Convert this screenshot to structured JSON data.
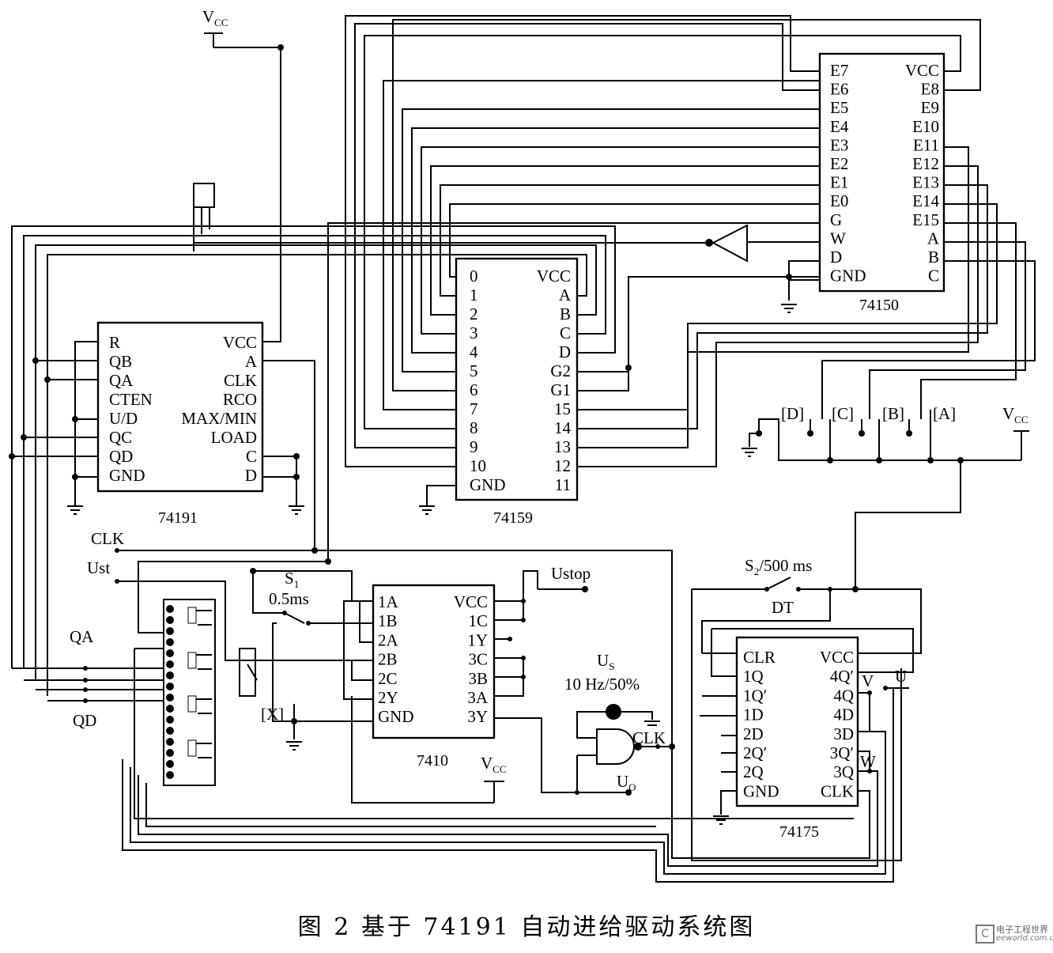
{
  "chips": {
    "c74150": {
      "name": "74150",
      "left_pins": [
        "E7",
        "E6",
        "E5",
        "E4",
        "E3",
        "E2",
        "E1",
        "E0",
        "G",
        "W",
        "D",
        "GND"
      ],
      "right_pins": [
        "VCC",
        "E8",
        "E9",
        "E10",
        "E11",
        "E12",
        "E13",
        "E14",
        "E15",
        "A",
        "B",
        "C"
      ]
    },
    "c74159": {
      "name": "74159",
      "left_pins": [
        "0",
        "1",
        "2",
        "3",
        "4",
        "5",
        "6",
        "7",
        "8",
        "9",
        "10",
        "GND"
      ],
      "right_pins": [
        "VCC",
        "A",
        "B",
        "C",
        "D",
        "G2",
        "G1",
        "15",
        "14",
        "13",
        "12",
        "11"
      ]
    },
    "c74191": {
      "name": "74191",
      "left_pins": [
        "R",
        "QB",
        "QA",
        "CTEN",
        "U/D",
        "QC",
        "QD",
        "GND"
      ],
      "right_pins": [
        "VCC",
        "A",
        "CLK",
        "RCO",
        "MAX/MIN",
        "LOAD",
        "C",
        "D"
      ]
    },
    "c7410": {
      "name": "7410",
      "left_pins": [
        "1A",
        "1B",
        "2A",
        "2B",
        "2C",
        "2Y",
        "GND"
      ],
      "right_pins": [
        "VCC",
        "1C",
        "1Y",
        "3C",
        "3B",
        "3A",
        "3Y"
      ]
    },
    "c74175": {
      "name": "74175",
      "left_pins": [
        "CLR",
        "1Q",
        "1Q′",
        "1D",
        "2D",
        "2Q′",
        "2Q",
        "GND"
      ],
      "right_pins": [
        "VCC",
        "4Q′",
        "4Q",
        "4D",
        "3D",
        "3Q′",
        "3Q",
        "CLK"
      ]
    }
  },
  "labels": {
    "vcc": "V",
    "vcc_sub": "CC",
    "clk": "CLK",
    "ust": "Ust",
    "ustop": "Ustop",
    "s1": "S",
    "s1_sub": "1",
    "s1_time": "0.5ms",
    "x_node": "[X]",
    "us": "U",
    "us_sub": "S",
    "us_freq": "10 Hz/50%",
    "uo": "U",
    "uo_sub": "O",
    "gate_clk": "CLK",
    "s2": "S",
    "s2_sub": "2",
    "s2_time": "/500 ms",
    "dt": "DT",
    "v": "V",
    "u": "U",
    "w": "W",
    "qa": "QA",
    "qd": "QD",
    "sw_d": "[D]",
    "sw_c": "[C]",
    "sw_b": "[B]",
    "sw_a": "[A]"
  },
  "caption": "图 2  基于 74191 自动进给驱动系统图",
  "watermark": {
    "icon_letter": "C",
    "line1": "电子工程世界",
    "line2": "eeworld.com.cn"
  }
}
